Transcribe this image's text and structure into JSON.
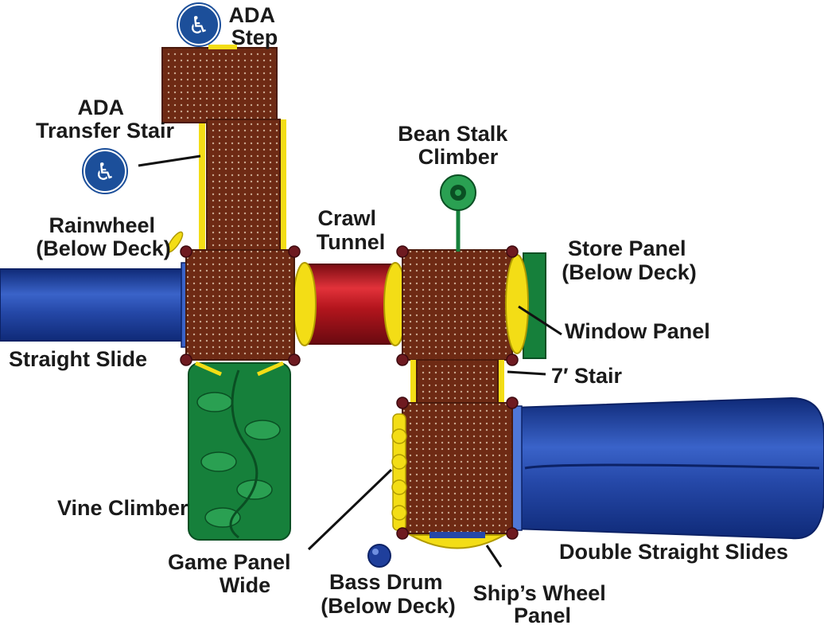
{
  "title": "",
  "colors": {
    "deck": "#6e2a14",
    "deck_edge": "#4a1a0c",
    "yellow": "#f3dd16",
    "slide_blue": "#1f3f9c",
    "slide_light": "#3a63c9",
    "tunnel_red": "#b3151d",
    "climber_green": "#16803b",
    "ada_blue": "#1c4f9a",
    "leader": "#111111"
  },
  "icons": [
    "wheelchair-icon",
    "wheelchair-icon"
  ],
  "labels": {
    "ada_step": [
      "ADA",
      "Step"
    ],
    "ada_transfer_stair": [
      "ADA",
      "Transfer Stair"
    ],
    "bean_stalk": [
      "Bean Stalk",
      "Climber"
    ],
    "rainwheel": [
      "Rainwheel",
      "(Below Deck)"
    ],
    "crawl_tunnel": [
      "Crawl",
      "Tunnel"
    ],
    "store_panel": [
      "Store Panel",
      "(Below Deck)"
    ],
    "straight_slide": [
      "Straight Slide"
    ],
    "window_panel": [
      "Window Panel"
    ],
    "stair_7": [
      "7′ Stair"
    ],
    "vine_climber": [
      "Vine Climber"
    ],
    "double_slides": [
      "Double Straight Slides"
    ],
    "game_panel": [
      "Game Panel",
      "Wide"
    ],
    "bass_drum": [
      "Bass Drum",
      "(Below Deck)"
    ],
    "ships_wheel": [
      "Ship’s Wheel",
      "Panel"
    ]
  }
}
